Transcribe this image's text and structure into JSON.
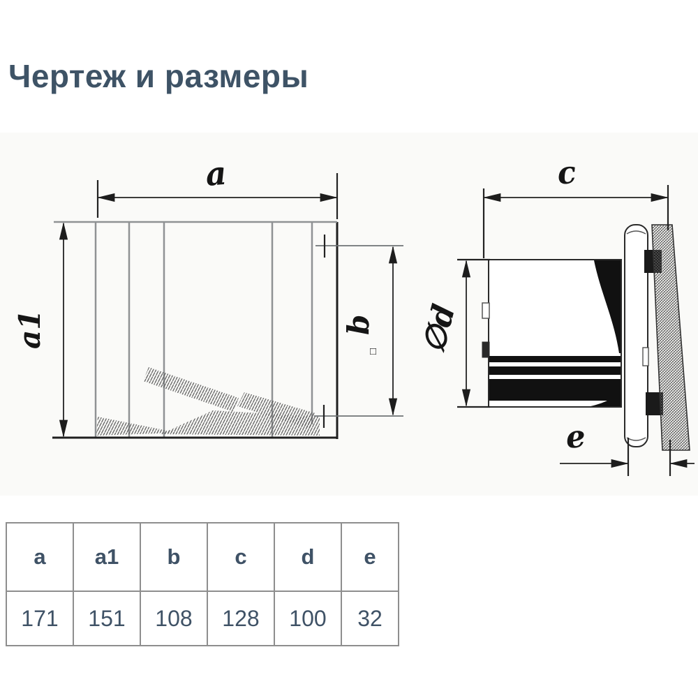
{
  "title": "Чертеж и размеры",
  "drawing": {
    "front_view": {
      "dim_width": "a",
      "dim_height": "a1",
      "dim_grille": "b",
      "square_symbol": "□"
    },
    "side_view": {
      "dim_depth": "c",
      "dim_diameter": "∅d",
      "dim_protrusion": "e"
    }
  },
  "table": {
    "headers": [
      "a",
      "a1",
      "b",
      "c",
      "d",
      "e"
    ],
    "values": [
      "171",
      "151",
      "108",
      "128",
      "100",
      "32"
    ]
  },
  "colors": {
    "title_text": "#3e5366",
    "table_text": "#3f5266",
    "table_border": "#8e8e8e",
    "ink": "#111111",
    "outline_gray": "#8f9294",
    "background": "#ffffff"
  }
}
